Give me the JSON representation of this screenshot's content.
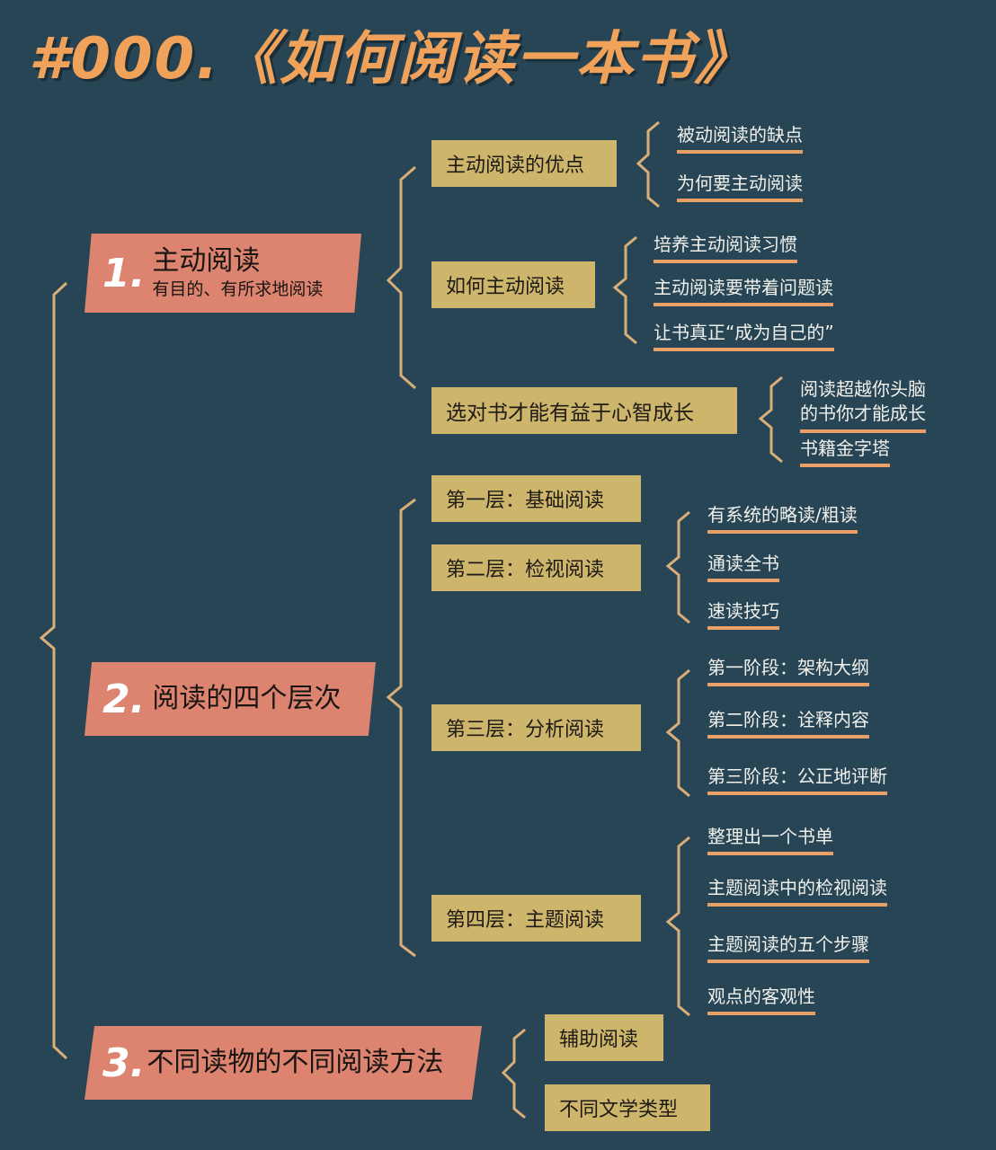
{
  "title": "#000.《如何阅读一本书》",
  "colors": {
    "background": "#284556",
    "title": "#f0a25a",
    "main_node": "#dc846f",
    "sub_node": "#cdb56c",
    "leaf_text": "#f1f1ec",
    "underline": "#e8a067",
    "bracket": "#d9ae78"
  },
  "sections": [
    {
      "number": "1.",
      "title": "主动阅读",
      "subtitle": "有目的、有所求地阅读",
      "children": [
        {
          "label": "主动阅读的优点",
          "leaves": [
            "被动阅读的缺点",
            "为何要主动阅读"
          ]
        },
        {
          "label": "如何主动阅读",
          "leaves": [
            "培养主动阅读习惯",
            "主动阅读要带着问题读",
            "让书真正“成为自己的”"
          ]
        },
        {
          "label": "选对书才能有益于心智成长",
          "leaves": [
            "阅读超越你头脑\n的书你才能成长",
            "书籍金字塔"
          ]
        }
      ]
    },
    {
      "number": "2.",
      "title": "阅读的四个层次",
      "children": [
        {
          "label": "第一层：基础阅读",
          "leaves": []
        },
        {
          "label": "第二层：检视阅读",
          "leaves": [
            "有系统的略读/粗读",
            "通读全书",
            "速读技巧"
          ]
        },
        {
          "label": "第三层：分析阅读",
          "leaves": [
            "第一阶段：架构大纲",
            "第二阶段：诠释内容",
            "第三阶段：公正地评断"
          ]
        },
        {
          "label": "第四层：主题阅读",
          "leaves": [
            "整理出一个书单",
            "主题阅读中的检视阅读",
            "主题阅读的五个步骤",
            "观点的客观性"
          ]
        }
      ]
    },
    {
      "number": "3.",
      "title": "不同读物的不同阅读方法",
      "children": [
        {
          "label": "辅助阅读",
          "leaves": []
        },
        {
          "label": "不同文学类型",
          "leaves": []
        }
      ]
    }
  ]
}
